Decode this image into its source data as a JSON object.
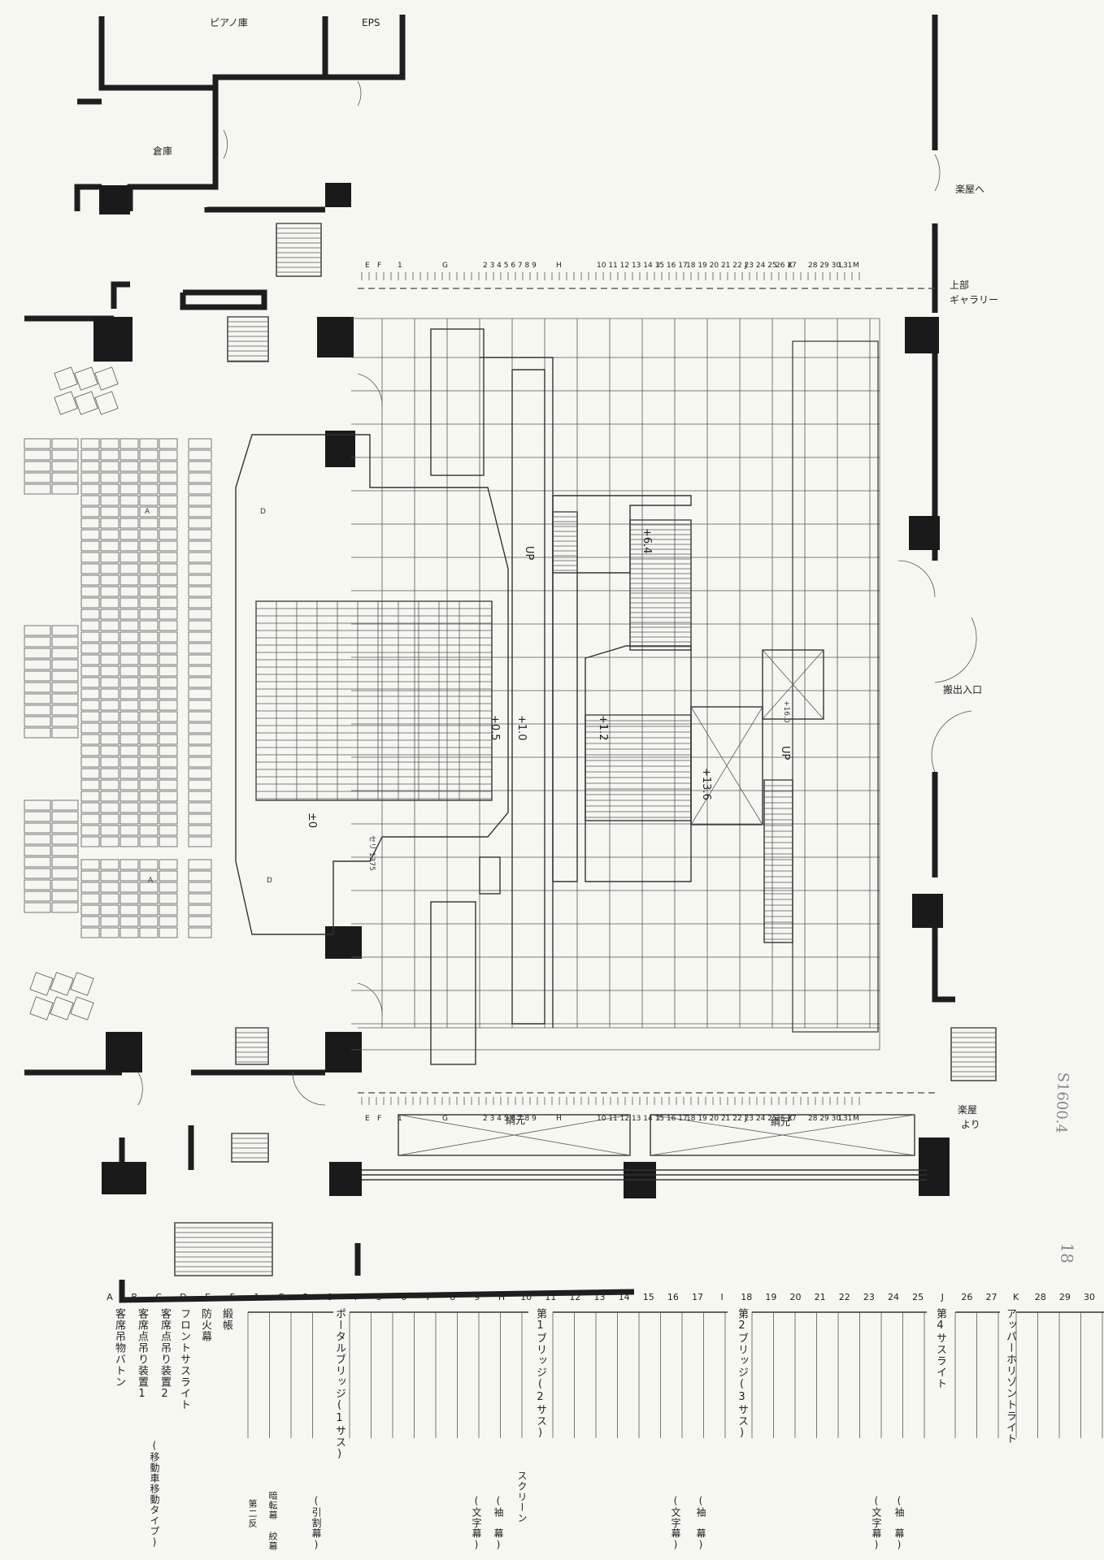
{
  "rooms": {
    "piano_store": "ピアノ庫",
    "eps": "EPS",
    "storage": "倉庫",
    "to_dressing": "楽屋へ",
    "upper_gallery_1": "上部",
    "upper_gallery_2": "ギャラリー",
    "loading_entrance": "搬出入口",
    "from_dressing_1": "楽屋",
    "from_dressing_2": "より",
    "rope_1": "綱元",
    "rope_2": "綱元"
  },
  "stage_levels": {
    "l_plus05": "+0.5",
    "l_plus10": "+1.0",
    "l_plus12": "+1.2",
    "l_plus64": "+6.4",
    "l_plus136": "+13.6",
    "l_plus160": "+16.0",
    "l_zero": "±0",
    "up1": "UP",
    "up2": "UP",
    "lift_label": "セリ 1375"
  },
  "seat_marks": {
    "a_top": "A",
    "d_top": "D",
    "a_bottom": "A",
    "d_bottom": "D"
  },
  "top_batten_ticks": [
    "E",
    "F",
    "1",
    "G",
    "2 3 4 5 6 7 8 9",
    "H",
    "10 11 12 13 14 15 16 17",
    "I",
    "18 19 20 21 22 23 24 25",
    "J",
    "26 27",
    "K",
    "28 29 30 31",
    "L",
    "M"
  ],
  "bottom_batten_ticks": [
    "E",
    "F",
    "1",
    "G",
    "2 3 4 5 6 7 8 9",
    "H",
    "10 11 12 13 14 15 16 17",
    "I",
    "18 19 20 21 22 23 24 25",
    "J",
    "26 27",
    "K",
    "28 29 30 31",
    "L",
    "M"
  ],
  "line_letters": [
    "A",
    "B",
    "C",
    "D",
    "E",
    "F",
    "1",
    "G",
    "2",
    "3",
    "4",
    "5",
    "6",
    "7",
    "8",
    "9",
    "H",
    "10",
    "11",
    "12",
    "13",
    "14",
    "15",
    "16",
    "17",
    "I",
    "18",
    "19",
    "20",
    "21",
    "22",
    "23",
    "24",
    "25",
    "J",
    "26",
    "27",
    "K",
    "28",
    "29",
    "30"
  ],
  "legend": {
    "a": "客席吊物バトン",
    "b1": "客席点吊り装置1",
    "b2": "(移動車移動タイプ)",
    "c": "客席点吊り装置2",
    "d": "フロントサスライト",
    "e": "防火幕",
    "f": "緞帳",
    "g_top": "ポータルブリッジ(1サス)",
    "g_bot": "(引割幕)",
    "s1": "第二反",
    "s2": "暗転幕",
    "s3": "絞幕",
    "w1": "(文字幕)",
    "w2": "(袖　幕)",
    "w3": "スクリーン",
    "h": "第1ブリッジ(2サス)",
    "x1": "(文字幕)",
    "x2": "(袖　幕)",
    "i": "第2ブリッジ(3サス)",
    "j": "第4サスライト",
    "y1": "(文字幕)",
    "y2": "(袖　幕)",
    "k": "アッパーホリゾントライト"
  },
  "handwritten": {
    "side_note": "S1600.4",
    "corner_note": "18"
  }
}
